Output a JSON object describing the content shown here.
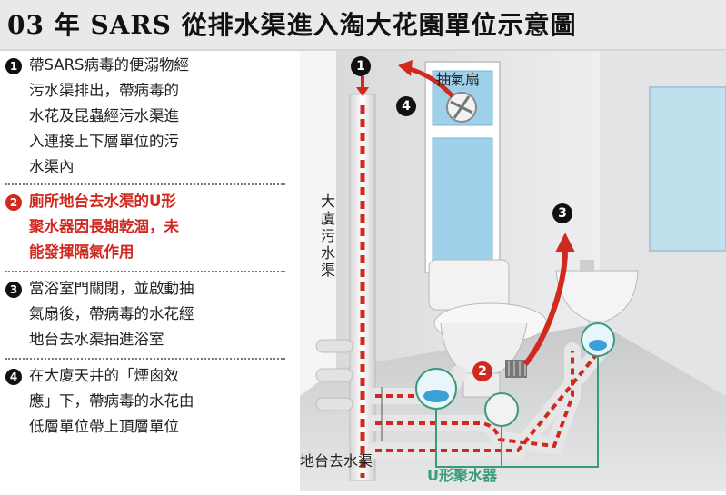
{
  "title": "03 年 SARS 從排水渠進入淘大花園單位示意圖",
  "notes": [
    {
      "num": "1",
      "text": "帶SARS病毒的便溺物經污水渠排出，帶病毒的水花及昆蟲經污水渠進入連接上下層單位的污水渠內",
      "lines": [
        "帶SARS病毒的便溺物經",
        "污水渠排出，帶病毒的",
        "水花及昆蟲經污水渠進",
        "入連接上下層單位的污",
        "水渠內"
      ]
    },
    {
      "num": "2",
      "text": "廁所地台去水渠的U形聚水器因長期乾涸，未能發揮隔氣作用",
      "lines": [
        "廁所地台去水渠的U形",
        "聚水器因長期乾涸，未",
        "能發揮隔氣作用"
      ]
    },
    {
      "num": "3",
      "text": "當浴室門關閉，並啟動抽氣扇後，帶病毒的水花經地台去水渠抽進浴室",
      "lines": [
        "當浴室門關閉，並啟動抽",
        "氣扇後，帶病毒的水花經",
        "地台去水渠抽進浴室"
      ]
    },
    {
      "num": "4",
      "text": "在大廈天井的「煙囪效應」下，帶病毒的水花由低層單位帶上頂層單位",
      "lines": [
        "在大廈天井的「煙囪效",
        "應」下，帶病毒的水花由",
        "低層單位帶上頂層單位"
      ]
    }
  ],
  "scene_labels": {
    "exhaust_fan": "抽氣扇",
    "sewer_pipe": "大廈污水渠",
    "floor_drain": "地台去水渠",
    "u_trap": "U形聚水器",
    "badge_1": "1",
    "badge_2": "2",
    "badge_3": "3",
    "badge_4": "4"
  },
  "colors": {
    "accent_red": "#d0291f",
    "trap_green": "#3a9a7a",
    "water_blue": "#3aa0d8",
    "window_blue": "#9fd0ea"
  }
}
